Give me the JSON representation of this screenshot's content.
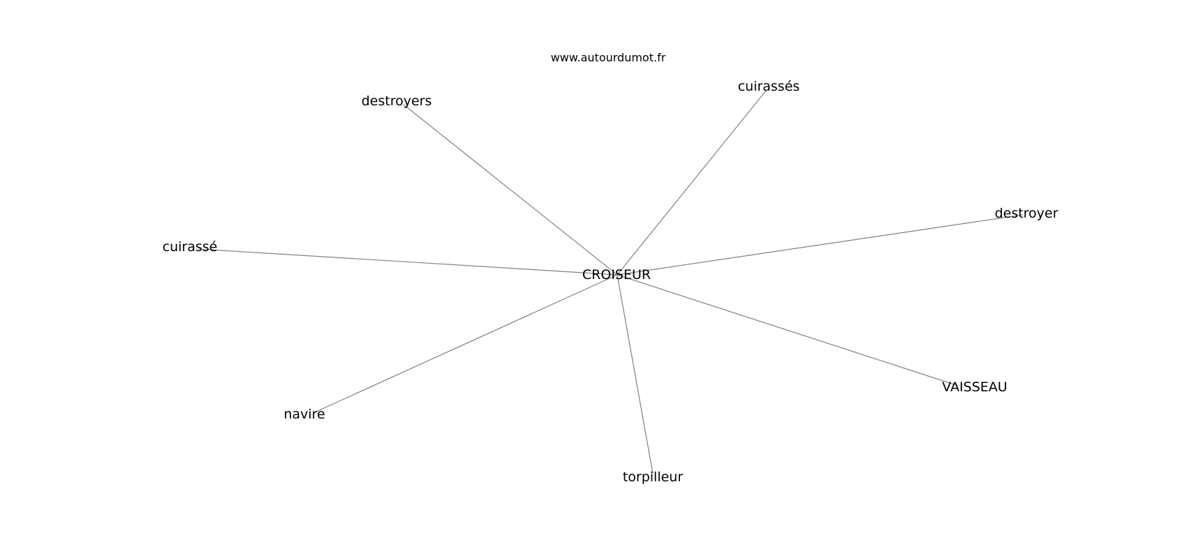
{
  "watermark": "www.autourdumot.fr",
  "center": "CROISEUR",
  "nodes": [
    {
      "id": "center",
      "label": "CROISEUR"
    },
    {
      "id": "destroyers",
      "label": "destroyers"
    },
    {
      "id": "cuirasses",
      "label": "cuirassés"
    },
    {
      "id": "destroyer",
      "label": "destroyer"
    },
    {
      "id": "cuirasse",
      "label": "cuirassé"
    },
    {
      "id": "vaisseau",
      "label": "VAISSEAU"
    },
    {
      "id": "navire",
      "label": "navire"
    },
    {
      "id": "torpilleur",
      "label": "torpilleur"
    }
  ],
  "edges": [
    [
      "center",
      "destroyers"
    ],
    [
      "center",
      "cuirasses"
    ],
    [
      "center",
      "destroyer"
    ],
    [
      "center",
      "cuirasse"
    ],
    [
      "center",
      "vaisseau"
    ],
    [
      "center",
      "navire"
    ],
    [
      "center",
      "torpilleur"
    ]
  ],
  "colors": {
    "edge": "#808080",
    "text": "#000000",
    "background": "#ffffff"
  }
}
